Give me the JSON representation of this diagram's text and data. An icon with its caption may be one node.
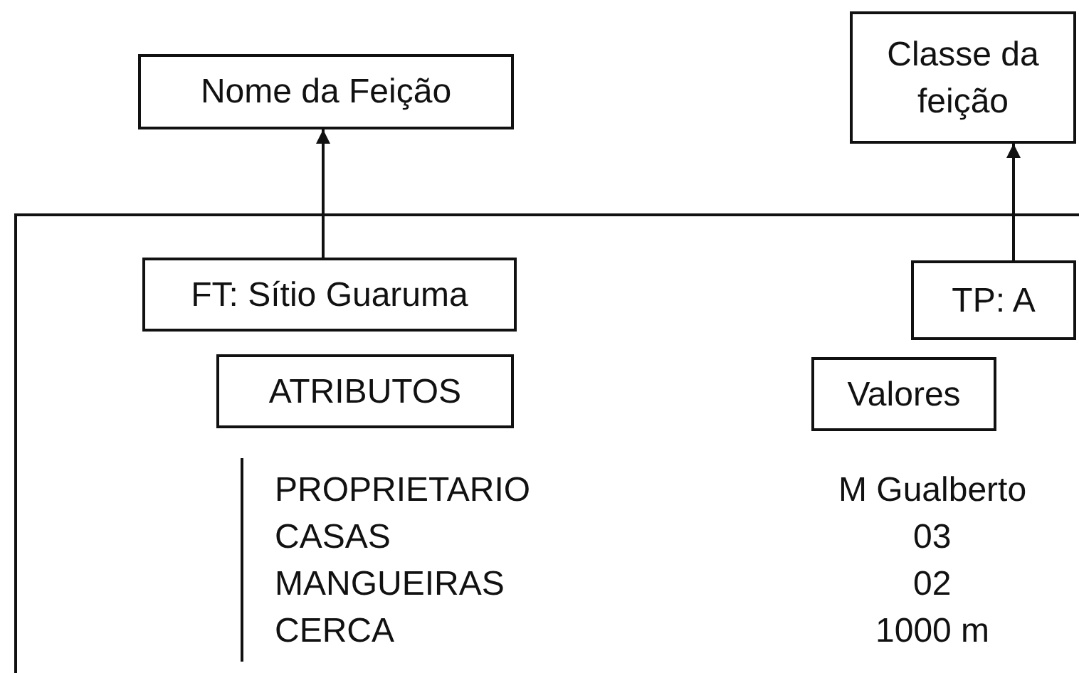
{
  "diagram": {
    "nodes": [
      {
        "text": [
          "Nome da Feição"
        ]
      },
      {
        "text": [
          "Classe da feição"
        ]
      },
      {
        "text": [],
        "shape": "box"
      },
      {
        "text": [
          "FT: Sítio Guaruma"
        ],
        "in": 2
      },
      {
        "text": [
          "TP: A"
        ],
        "in": 2
      },
      {
        "text": [
          "ATRIBUTOS"
        ],
        "in": 2
      },
      {
        "text": [
          "Valores"
        ],
        "in": 2
      }
    ],
    "edges": [
      {
        "from": 3,
        "to": 0,
        "arrow": "to"
      },
      {
        "from": 4,
        "to": 1,
        "arrow": "to"
      }
    ],
    "labels": [
      "PROPRIETARIO",
      "M Gualberto",
      "CASAS",
      "03",
      "MANGUEIRAS",
      "02",
      "CERCA",
      "1000 m"
    ]
  }
}
